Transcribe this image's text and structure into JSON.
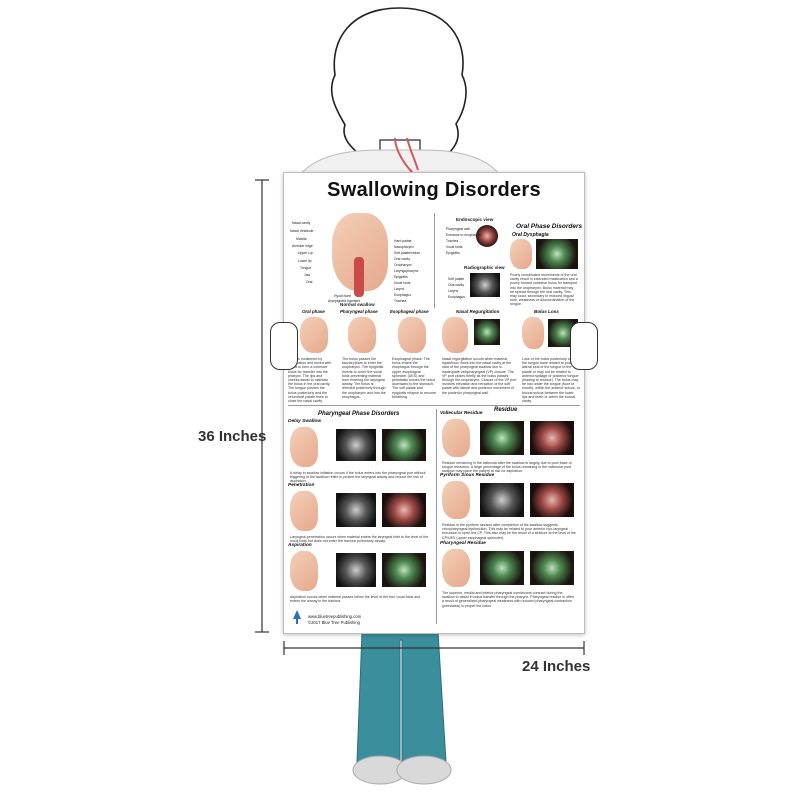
{
  "poster": {
    "title": "Swallowing Disorders",
    "top": {
      "anatomy_labels_left": [
        "Nasal cavity",
        "Nasal Vestibule",
        "Maxilla",
        "Alveolar ridge",
        "Upper Lip",
        "Lower lip",
        "Tongue",
        "Jaw",
        "Oral"
      ],
      "anatomy_labels_right": [
        "Hard palate",
        "Nasopharynx",
        "Soft palate/velum",
        "Oral cavity",
        "Oropharynx",
        "Laryngopharynx",
        "Epiglottis",
        "Vocal folds",
        "Larynx",
        "Esophagus",
        "Trachea"
      ],
      "anatomy_labels_bottom": [
        "Hyoid bone",
        "Aryepiglottic ligament"
      ],
      "normal_swallow": "Normal swallow",
      "endoscopic_view": "Endoscopic view",
      "radiographic_view": "Radiographic view",
      "endo_labels": [
        "Pharyngeal wall",
        "Entrance to esophagus",
        "Trachea",
        "Vocal folds",
        "Epiglottis"
      ],
      "radio_labels": [
        "Soft palate",
        "Oral cavity",
        "Larynx",
        "Esophagus"
      ],
      "oral_phase_disorders": "Oral Phase Disorders",
      "oral_dysphagia": "Oral Dysphagia",
      "oral_dysphagia_text": "Poorly coordinated movements of the oral cavity result in extended mastication and a poorly formed cohesive bolus for transport into the oropharynx. Bolus material may be spread through the oral cavity. This may occur secondary to reduced lingual tone, weakness or discoordination of the tongue."
    },
    "phases": [
      {
        "title": "Oral phase",
        "text": "Food is moistened by mastication and mixed with saliva to form a cohesive bolus for transfer into the pharynx. The lips and cheeks assist to maintain the bolus in the oral cavity. The tongue pushes the bolus posteriorly and the velum/soft palate rises to close the nasal cavity."
      },
      {
        "title": "Pharyngeal phase",
        "text": "The bolus passes the faucial pillars to enter the oropharynx. The epiglottis inverts to cover the vocal folds preventing material from entering the laryngeal airway. The bolus is directed posteriorly through the oropharynx and into the esophagus."
      },
      {
        "title": "Esophageal phase",
        "text": "Esophageal phase: The bolus enters the esophagus through the upper esophageal sphincter (UES) and peristalsis moves the bolus downward to the stomach. The soft palate and epiglottis relapse to resume breathing."
      },
      {
        "title": "Nasal Regurgitation",
        "text": "Nasal regurgitation occurs when material, liquid/food, flows into the nasal cavity at the start of the pharyngeal swallow due to inadequate velopharyngeal (VP) closure. The VP port closes briefly as the bolus passes through the oropharynx. Closure of the VP port involves elevation and retraction of the soft palate with lateral and posterior movement of the posterior pharyngeal wall."
      },
      {
        "title": "Bolus Loss",
        "text": "Loss of the bolus posteriorly over the tongue base related to poor lateral seal of the tongue to the palate or may not be related to anterior spillage or posterior tongue (leading to residue). The bolus may be lost under the tongue (floor of mouth), within the anterior sulcus, or buccal sulcus between the lower lips and teeth or within the buccal cavity."
      }
    ],
    "pharyngeal": {
      "title": "Pharyngeal Phase Disorders",
      "items": [
        {
          "title": "Delay Swallow",
          "text": "A delay in swallow initiation occurs if the bolus enters into the pharyngeal port without triggering of the swallow reflex to protect the laryngeal airway and reduce the risk of aspiration."
        },
        {
          "title": "Penetration",
          "text": "Laryngeal penetration occurs when material enters the laryngeal inlet to the level of the vocal folds but does not enter the trachea pulmonary airway."
        },
        {
          "title": "Aspiration",
          "text": "Aspiration occurs when material passes below the level of the true vocal folds and enters the airway in the trachea."
        }
      ]
    },
    "residue": {
      "title": "Residue",
      "items": [
        {
          "title": "Vallecular Residue",
          "text": "Residue remaining in the vallecula after the swallow is largely due to poor base of tongue retraction. A large percentage of the bolus remaining in the vallecular post swallow may place the patient at risk for aspiration."
        },
        {
          "title": "Pyriform Sinus Residue",
          "text": "Residue in the pyriform sinuses after completion of the swallow suggests cricopharyngeal dysfunction. This may be related to poor anterior hyo-laryngeal excursion to open the CP. This also may be the result of a stricture at the level of the CP/UES (upper esophageal sphincter)."
        },
        {
          "title": "Pharyngeal Residue",
          "text": "The superior, medial and inferior pharyngeal constrictors contract during the swallow to assist in bolus transfer through the pharynx. Pharyngeal residue is often a result of generalized pharyngeal weakness with reduced pharyngeal contraction (peristalsis) to propel the bolus."
        }
      ]
    },
    "footer": {
      "website": "www.bluetreepublishing.com",
      "copyright": "©2017 Blue Tree Publishing"
    }
  },
  "dimensions": {
    "height_label": "36 Inches",
    "width_label": "24 Inches"
  },
  "colors": {
    "scrub": "#3b8f9c",
    "skin_line": "#333333",
    "flesh": "#e6a88c",
    "throat": "#c94a48",
    "shoe": "#d9d9d9"
  }
}
